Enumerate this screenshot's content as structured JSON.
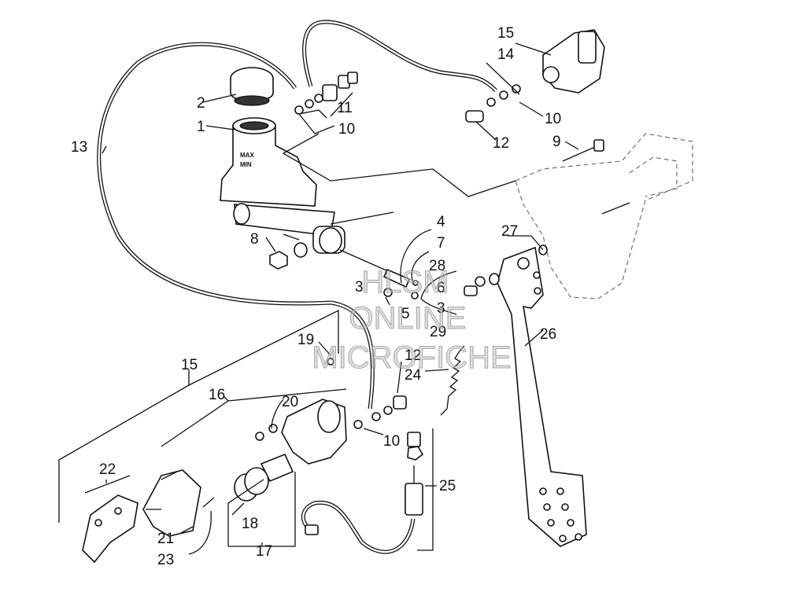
{
  "callouts": {
    "c1": "1",
    "c2": "2",
    "c3a": "3",
    "c3b": "3",
    "c4": "4",
    "c5": "5",
    "c6": "6",
    "c7": "7",
    "c8": "8",
    "c9": "9",
    "c10a": "10",
    "c10b": "10",
    "c10c": "10",
    "c11": "11",
    "c12a": "12",
    "c12b": "12",
    "c13": "13",
    "c14": "14",
    "c15a": "15",
    "c15b": "15",
    "c16": "16",
    "c17": "17",
    "c18": "18",
    "c19": "19",
    "c20": "20",
    "c21": "21",
    "c22": "22",
    "c23": "23",
    "c24": "24",
    "c25": "25",
    "c26": "26",
    "c27": "27",
    "c28": "28",
    "c29": "29"
  },
  "watermark": {
    "line1": "HLSM",
    "line2": "ONLINE",
    "line3": "MICROFICHE"
  },
  "reservoir_marks": {
    "max": "MAX",
    "min": "MIN"
  }
}
